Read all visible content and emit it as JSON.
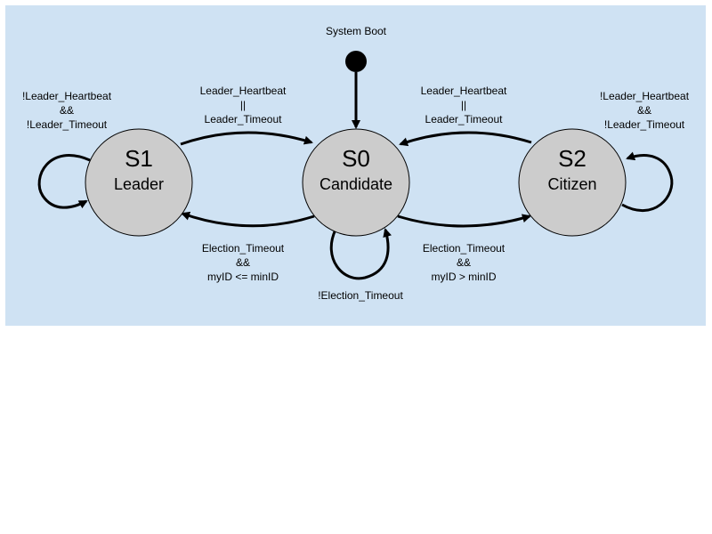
{
  "colors": {
    "panel_background": "#cfe2f3",
    "state_fill": "#cccccc",
    "stroke": "#000000"
  },
  "start": {
    "label": "System Boot"
  },
  "states": {
    "s0": {
      "id": "S0",
      "name": "Candidate"
    },
    "s1": {
      "id": "S1",
      "name": "Leader"
    },
    "s2": {
      "id": "S2",
      "name": "Citizen"
    }
  },
  "transitions": {
    "s1_self": [
      "!Leader_Heartbeat",
      "&&",
      "!Leader_Timeout"
    ],
    "s1_to_s0": [
      "Leader_Heartbeat",
      "||",
      "Leader_Timeout"
    ],
    "s2_to_s0": [
      "Leader_Heartbeat",
      "||",
      "Leader_Timeout"
    ],
    "s2_self": [
      "!Leader_Heartbeat",
      "&&",
      "!Leader_Timeout"
    ],
    "s0_to_s1": [
      "Election_Timeout",
      "&&",
      "myID <= minID"
    ],
    "s0_to_s2": [
      "Election_Timeout",
      "&&",
      "myID > minID"
    ],
    "s0_self": [
      "!Election_Timeout"
    ]
  }
}
